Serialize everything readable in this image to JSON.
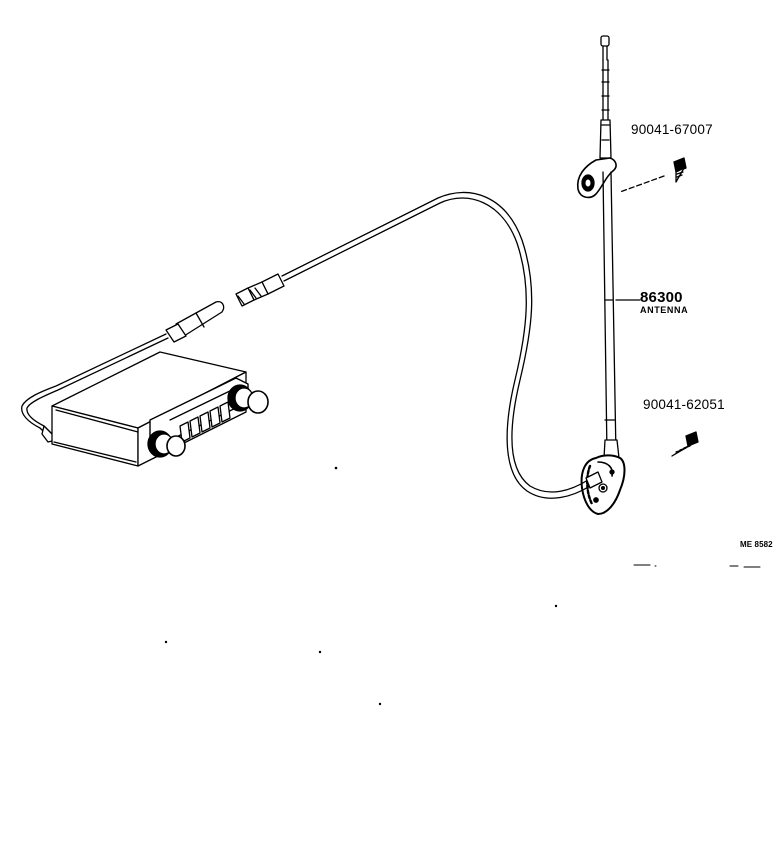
{
  "parts": {
    "screw_top": {
      "part_number": "90041-67007"
    },
    "antenna": {
      "part_number": "86300",
      "name": "ANTENNA"
    },
    "screw_bottom": {
      "part_number": "90041-62051"
    }
  },
  "figure_code": "ME 8582"
}
